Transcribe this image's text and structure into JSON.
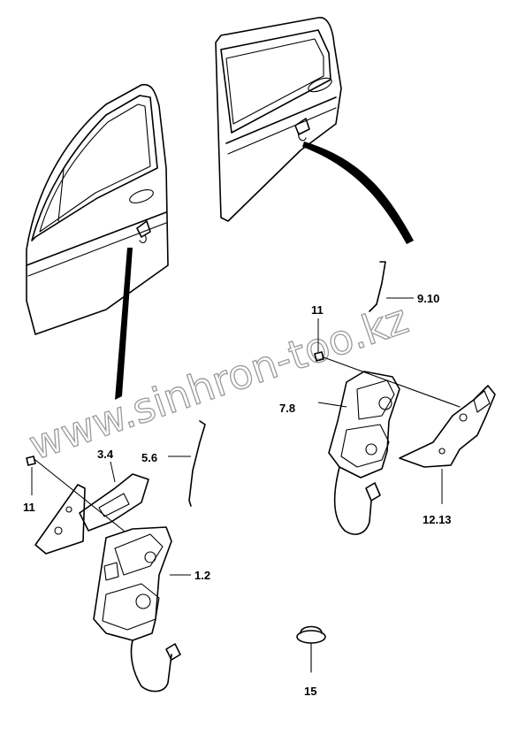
{
  "watermark": "www.sinhron-too.kz",
  "callouts": {
    "front_actuator": "1.2",
    "front_bracket": "3.4",
    "front_rod": "5.6",
    "rear_actuator": "7.8",
    "rear_rod": "9.10",
    "screw_front": "11",
    "screw_rear": "11",
    "rear_bracket": "12.13",
    "plug": "15"
  }
}
